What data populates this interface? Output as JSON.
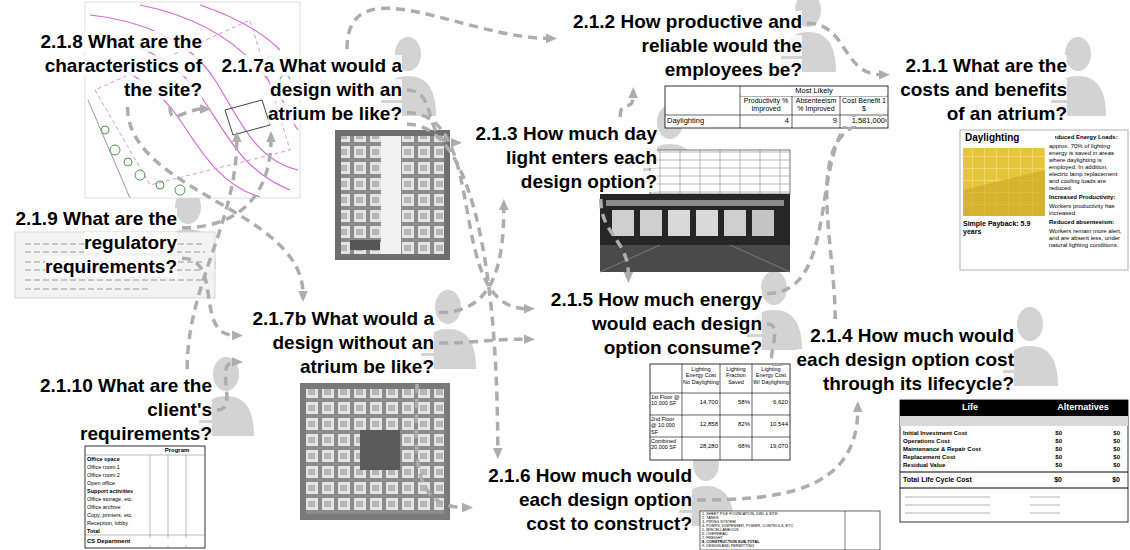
{
  "diagram": {
    "nodes": [
      {
        "text": [
          "2.1.2 How productive and reliable would the employees be?"
        ]
      },
      {
        "text": [
          "2.1.8 What are the characteristics of the site?"
        ]
      },
      {
        "text": [
          "2.1.7a What would a design with an atrium be like?"
        ]
      },
      {
        "text": [
          "2.1.1 What are the costs and benefits of an atrium?"
        ]
      },
      {
        "text": [
          "2.1.3 How much day light enters each design option?"
        ]
      },
      {
        "text": [
          "2.1.9 What are the regulatory requirements?"
        ]
      },
      {
        "text": [
          "2.1.5 How much energy would each design option consume?"
        ]
      },
      {
        "text": [
          "2.1.7b What would a design without an atrium be like?"
        ]
      },
      {
        "text": [
          "2.1.4 How much would each design option cost through its lifecycle?"
        ]
      },
      {
        "text": [
          "2.1.10 What are the client's requirements?"
        ]
      },
      {
        "text": [
          "2.1.6 How much would each design option cost to construct?"
        ]
      }
    ],
    "edges": [
      {
        "from": 1,
        "to": 2,
        "arrow": "to"
      },
      {
        "from": 1,
        "to": 7,
        "arrow": "to"
      },
      {
        "from": 5,
        "to": 2,
        "arrow": "to"
      },
      {
        "from": 5,
        "to": 7,
        "arrow": "to"
      },
      {
        "from": 9,
        "to": 2,
        "arrow": "to"
      },
      {
        "from": 9,
        "to": 7,
        "arrow": "to"
      },
      {
        "from": 2,
        "to": 4,
        "arrow": "to"
      },
      {
        "from": 7,
        "to": 4,
        "arrow": "to"
      },
      {
        "from": 2,
        "to": 6,
        "arrow": "to"
      },
      {
        "from": 7,
        "to": 6,
        "arrow": "to"
      },
      {
        "from": 2,
        "to": 10,
        "arrow": "to"
      },
      {
        "from": 7,
        "to": 10,
        "arrow": "to"
      },
      {
        "from": 4,
        "to": 0,
        "arrow": "to"
      },
      {
        "from": 4,
        "to": 6,
        "arrow": "to"
      },
      {
        "from": 0,
        "to": 3,
        "arrow": "to"
      },
      {
        "from": 6,
        "to": 8,
        "arrow": "to"
      },
      {
        "from": 10,
        "to": 8,
        "arrow": "to"
      },
      {
        "from": 8,
        "to": 3,
        "arrow": "to"
      },
      {
        "from": 6,
        "to": 3,
        "arrow": "to"
      },
      {
        "from": 2,
        "to": 0,
        "arrow": "to"
      }
    ],
    "labels": [
      "Most Likely",
      "Productivity % Improved",
      "Absenteeism % Improved",
      "Cost Benefit 1 $",
      "Daylighting",
      "4",
      "9",
      "1,581,000",
      "Daylighting",
      "Reduced Energy Loads:",
      "approx. 70% of lighting energy is saved in areas where daylighting is employed. In addition, electric lamp replacement and cooling loads are reduced.",
      "Increased Productivity:",
      "Workers productivity has increased",
      "Reduced absenteeism:",
      "Workers remain more alert, and are absent less, under natural lighting conditions.",
      "Simple Payback: 5.9 years",
      "Lighting Energy Cost No Daylighting",
      "Lighting Fraction Saved",
      "Lighting Energy Cost W/ Daylighting",
      "1st Floor @ 10,000 SF",
      "14,700",
      "58%",
      "6,620",
      "2nd Floor @ 10,000 SF",
      "12,858",
      "82%",
      "10,544",
      "Combined 20,000 SF",
      "28,280",
      "68%",
      "19,070",
      "Life",
      "Alternatives",
      "Initial Investment Cost",
      "Operations Cost",
      "Maintenance & Repair Cost",
      "Replacement Cost",
      "Residual Value",
      "$0",
      "$0",
      "$0",
      "$0",
      "$0",
      "$0",
      "$0",
      "$0",
      "$0",
      "$0",
      "Total Life Cycle Cost",
      "$0",
      "$0",
      "Program",
      "Office space",
      "Office room 1",
      "Office room 2",
      "Open office",
      "Support activities",
      "Office storage, etc.",
      "Office archive",
      "Copy, printers, etc.",
      "Reception, lobby",
      "Total",
      "CS Department",
      "1. SHEET PILE FOUNDATION, DWL & SITE",
      "2. TANKS",
      "3. PIPING SYSTEM",
      "4. PUMPS, DISPENSER, POWER, CONTROLS, ETC",
      "5. MISCELLANEOUS",
      "6. OVERHEAD",
      "7. FREIGHT",
      "8. CONSTRUCTION SUB-TOTAL",
      "9. DESIGN AND PERMITTING"
    ]
  }
}
